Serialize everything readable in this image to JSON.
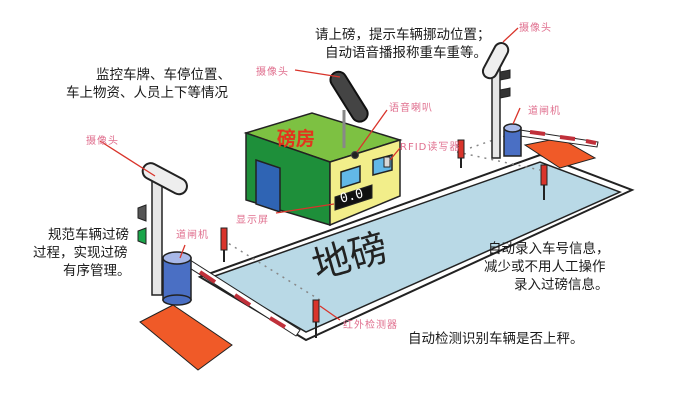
{
  "diagram": {
    "title_area": "weighbridge-unattended-system",
    "platform": {
      "label": "地磅",
      "color": "#b9d9e6"
    },
    "weigh_house": {
      "label": "磅房",
      "display_value": "0.0",
      "roof_color": "#7dc142",
      "front_color": "#f2ee8a",
      "side_color": "#1e8f3a",
      "door_color": "#2f64b4"
    },
    "component_labels": {
      "camera_top_center": "摄像头",
      "camera_top_right": "摄像头",
      "camera_left": "摄像头",
      "speaker": "语音喇叭",
      "rfid_reader": "RFID读写器",
      "barrier_right": "道闸机",
      "barrier_left": "道闸机",
      "display_screen": "显示屏",
      "infrared_detector": "红外检测器"
    },
    "notes": {
      "top_right": [
        "请上磅，提示车辆挪动位置；",
        "自动语音播报称重车重等。"
      ],
      "top_left": [
        "监控车牌、车停位置、",
        "车上物资、人员上下等情况"
      ],
      "left": [
        "规范车辆过磅",
        "过程，实现过磅",
        "有序管理。"
      ],
      "right": [
        "自动录入车号信息，",
        "减少或不用人工操作",
        "录入过磅信息。"
      ],
      "bottom": [
        "自动检测识别车辆是否上秤。"
      ]
    },
    "colors": {
      "label_pink": "#e0708f",
      "pointer_red": "#d9342b",
      "mat_orange": "#f05a28",
      "barrier_blue": "#4a6fc4",
      "pole_gray": "#d8d8d8"
    }
  }
}
